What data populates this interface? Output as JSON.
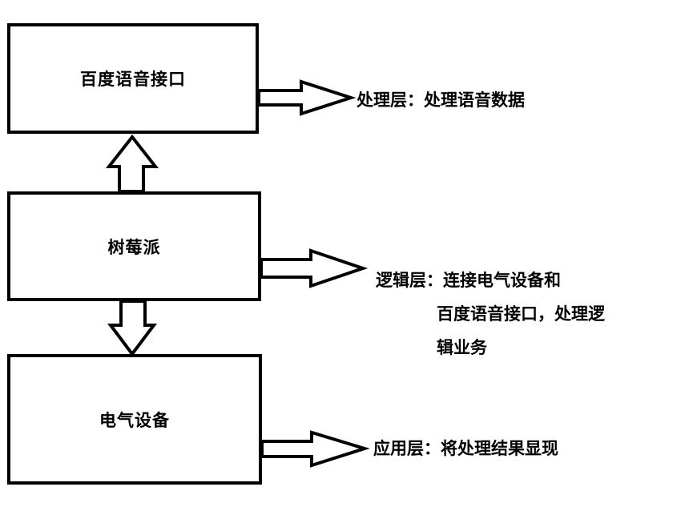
{
  "boxes": {
    "baidu_api": "百度语音接口",
    "raspberry_pi": "树莓派",
    "electric_device": "电气设备"
  },
  "layers": {
    "processing": "处理层：处理语音数据",
    "logic": {
      "line1": "逻辑层：连接电气设备和",
      "line2": "百度语音接口，处理逻",
      "line3": "辑业务"
    },
    "application": "应用层：将处理结果显现"
  },
  "colors": {
    "stroke": "#000000",
    "background": "#ffffff"
  }
}
